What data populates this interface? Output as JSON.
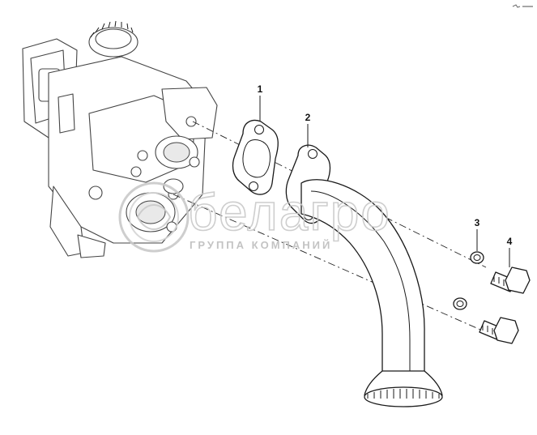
{
  "diagram": {
    "callouts": [
      {
        "id": "1",
        "label": "1"
      },
      {
        "id": "2",
        "label": "2"
      },
      {
        "id": "3",
        "label": "3"
      },
      {
        "id": "4",
        "label": "4"
      }
    ],
    "watermark": {
      "brand": "белагро",
      "subtitle": "ГРУППА КОМПАНИЙ"
    },
    "colors": {
      "line": "#1a1a1a",
      "watermark": "#c9c9c9"
    }
  }
}
